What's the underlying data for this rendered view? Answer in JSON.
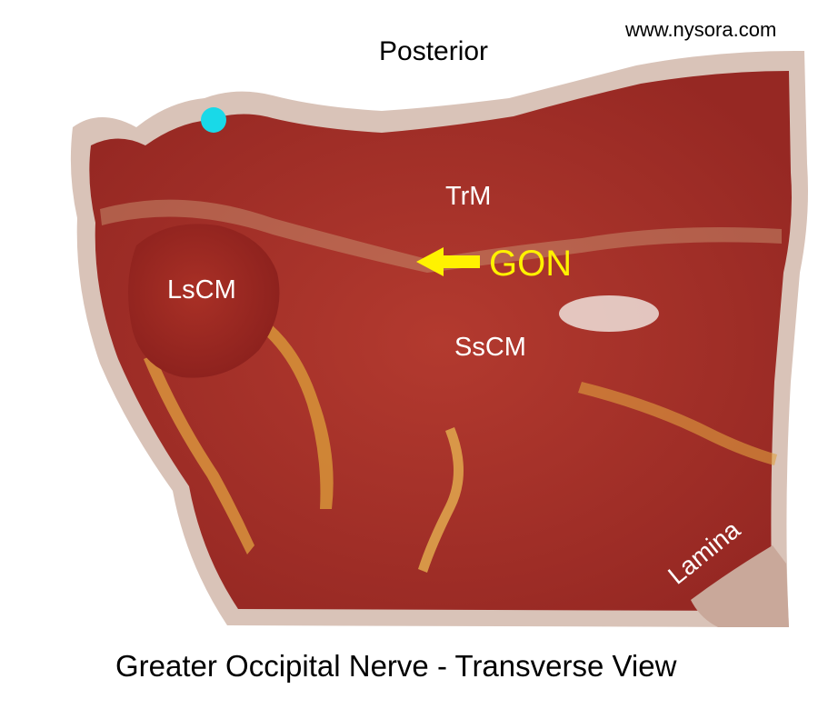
{
  "watermark": "www.nysora.com",
  "orientation_label": "Posterior",
  "caption": "Greater Occipital Nerve - Transverse View",
  "structures": {
    "trm": "TrM",
    "lscm": "LsCM",
    "sscm": "SsCM",
    "gon": "GON",
    "lamina": "Lamina"
  },
  "colors": {
    "tissue_outline": "#d9c3b8",
    "muscle": "#a8322a",
    "fascia_yellow": "#e0a040",
    "gon_arrow": "#fff200",
    "marker_dot": "#19d9e8"
  },
  "icons": {
    "pointer": "arrow-left-icon",
    "marker": "dot-marker-icon"
  }
}
